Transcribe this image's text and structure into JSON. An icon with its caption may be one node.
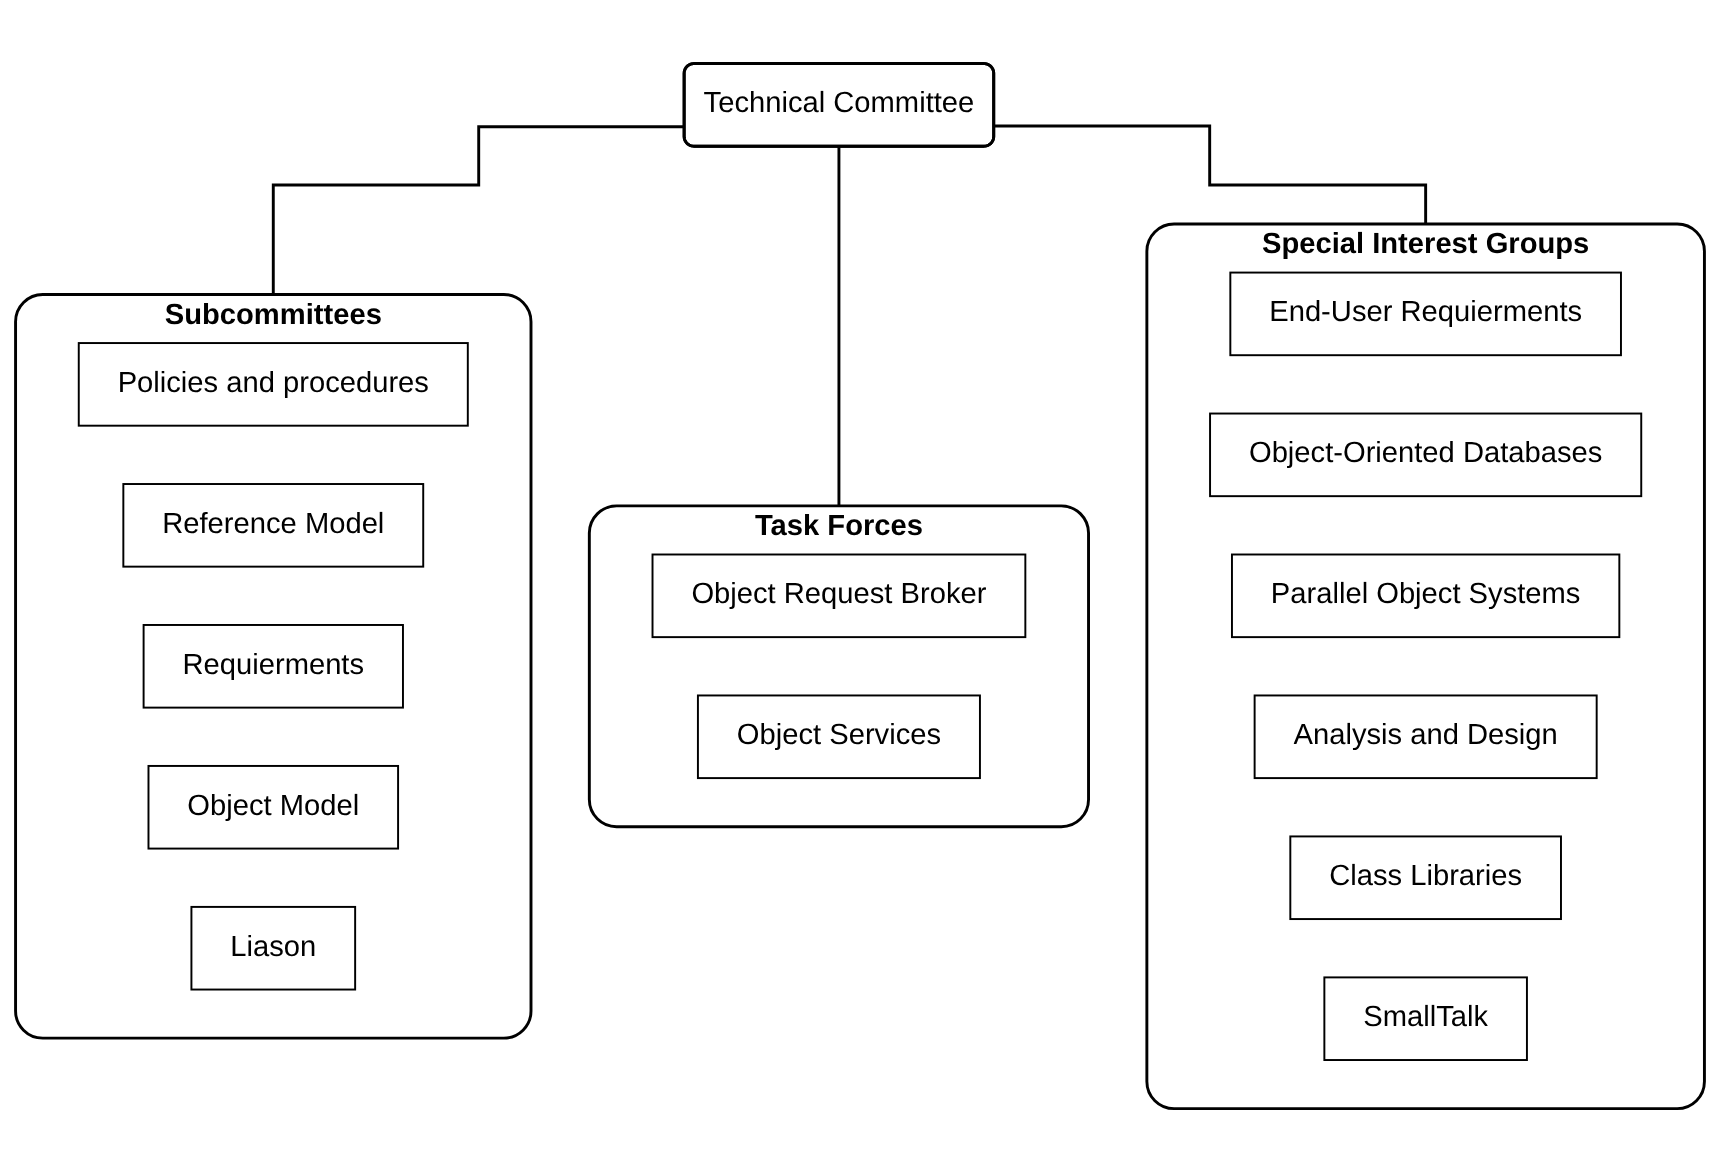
{
  "diagram": {
    "nodes": [
      {
        "text": [
          "Technical Committee"
        ]
      },
      {
        "text": [
          "Subcommittees"
        ]
      },
      {
        "text": [
          "Policies and procedures"
        ],
        "in": 1
      },
      {
        "text": [
          "Reference Model"
        ],
        "in": 1
      },
      {
        "text": [
          "Requierments"
        ],
        "in": 1
      },
      {
        "text": [
          "Object Model"
        ],
        "in": 1
      },
      {
        "text": [
          "Liason"
        ],
        "in": 1
      },
      {
        "text": [
          "Task Forces"
        ]
      },
      {
        "text": [
          "Object Request Broker"
        ],
        "in": 7
      },
      {
        "text": [
          "Object Services"
        ],
        "in": 7
      },
      {
        "text": [
          "Special Interest Groups"
        ]
      },
      {
        "text": [
          "End-User Requierments"
        ],
        "in": 10
      },
      {
        "text": [
          "Object-Oriented Databases"
        ],
        "in": 10
      },
      {
        "text": [
          "Parallel Object Systems"
        ],
        "in": 10
      },
      {
        "text": [
          "Analysis and Design"
        ],
        "in": 10
      },
      {
        "text": [
          "Class Libraries"
        ],
        "in": 10
      },
      {
        "text": [
          "SmallTalk"
        ],
        "in": 10
      }
    ],
    "edges": [
      {
        "from": 0,
        "to": 1,
        "arrow": "none"
      },
      {
        "from": 0,
        "to": 7,
        "arrow": "none"
      },
      {
        "from": 0,
        "to": 10,
        "arrow": "none"
      }
    ]
  }
}
